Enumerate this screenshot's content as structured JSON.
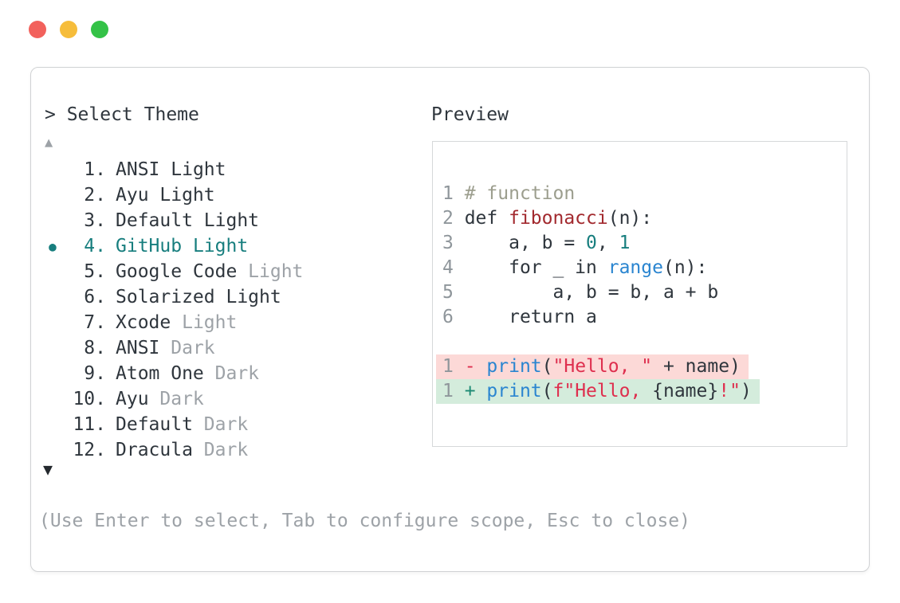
{
  "window": {
    "controls": [
      {
        "name": "close",
        "color": "#f2615c"
      },
      {
        "name": "minimize",
        "color": "#f6bd3b"
      },
      {
        "name": "maximize",
        "color": "#34c247"
      }
    ]
  },
  "palette": {
    "text": "#2f363d",
    "muted": "#9da2a7",
    "border": "#d0d2d4",
    "accent_teal": "#177e7e"
  },
  "selector": {
    "prompt": "> Select Theme",
    "scroll_up": "▲",
    "scroll_down": "▼",
    "selected_index": 3,
    "items": [
      {
        "number": "1.",
        "name": "ANSI",
        "suffix": "Light",
        "suffix_muted": false,
        "selected": false
      },
      {
        "number": "2.",
        "name": "Ayu",
        "suffix": "Light",
        "suffix_muted": false,
        "selected": false
      },
      {
        "number": "3.",
        "name": "Default",
        "suffix": "Light",
        "suffix_muted": false,
        "selected": false
      },
      {
        "number": "4.",
        "name": "GitHub",
        "suffix": "Light",
        "suffix_muted": false,
        "selected": true
      },
      {
        "number": "5.",
        "name": "Google Code",
        "suffix": "Light",
        "suffix_muted": true,
        "selected": false
      },
      {
        "number": "6.",
        "name": "Solarized",
        "suffix": "Light",
        "suffix_muted": false,
        "selected": false
      },
      {
        "number": "7.",
        "name": "Xcode",
        "suffix": "Light",
        "suffix_muted": true,
        "selected": false
      },
      {
        "number": "8.",
        "name": "ANSI",
        "suffix": "Dark",
        "suffix_muted": true,
        "selected": false
      },
      {
        "number": "9.",
        "name": "Atom One",
        "suffix": "Dark",
        "suffix_muted": true,
        "selected": false
      },
      {
        "number": "10.",
        "name": "Ayu",
        "suffix": "Dark",
        "suffix_muted": true,
        "selected": false
      },
      {
        "number": "11.",
        "name": "Default",
        "suffix": "Dark",
        "suffix_muted": true,
        "selected": false
      },
      {
        "number": "12.",
        "name": "Dracula",
        "suffix": "Dark",
        "suffix_muted": true,
        "selected": false
      }
    ],
    "hint": "(Use Enter to select, Tab to configure scope, Esc to close)"
  },
  "preview": {
    "title": "Preview",
    "colors": {
      "comment": "#9c9e8e",
      "function_name": "#a2292e",
      "number_literal": "#177e7e",
      "builtin": "#2a85d0",
      "string": "#de2f4e",
      "plus_sign": "#1d8a74",
      "removed_bg": "#fcd9d7",
      "added_bg": "#d4ecdc",
      "line_number": "#8f969b"
    },
    "lines": [
      {
        "segs": [
          {
            "t": "1 ",
            "c": "ln"
          },
          {
            "t": "# function",
            "c": "comment"
          }
        ]
      },
      {
        "segs": [
          {
            "t": "2 ",
            "c": "ln"
          },
          {
            "t": "def ",
            "c": "code"
          },
          {
            "t": "fibonacci",
            "c": "func"
          },
          {
            "t": "(n):",
            "c": "code"
          }
        ]
      },
      {
        "segs": [
          {
            "t": "3 ",
            "c": "ln"
          },
          {
            "t": "    a, b = ",
            "c": "code"
          },
          {
            "t": "0",
            "c": "num"
          },
          {
            "t": ", ",
            "c": "code"
          },
          {
            "t": "1",
            "c": "num"
          }
        ]
      },
      {
        "segs": [
          {
            "t": "4 ",
            "c": "ln"
          },
          {
            "t": "    for _ in ",
            "c": "code"
          },
          {
            "t": "range",
            "c": "builtin"
          },
          {
            "t": "(n):",
            "c": "code"
          }
        ]
      },
      {
        "segs": [
          {
            "t": "5 ",
            "c": "ln"
          },
          {
            "t": "        a, b = b, a + b",
            "c": "code"
          }
        ]
      },
      {
        "segs": [
          {
            "t": "6 ",
            "c": "ln"
          },
          {
            "t": "    return a",
            "c": "code"
          }
        ]
      },
      {
        "blank": true
      },
      {
        "diff": "removed",
        "segs": [
          {
            "t": "1 ",
            "c": "ln"
          },
          {
            "t": "- ",
            "c": "minus"
          },
          {
            "t": "print",
            "c": "builtin"
          },
          {
            "t": "(",
            "c": "code"
          },
          {
            "t": "\"Hello, \"",
            "c": "string"
          },
          {
            "t": " + name)",
            "c": "code"
          }
        ]
      },
      {
        "diff": "added",
        "segs": [
          {
            "t": "1 ",
            "c": "ln"
          },
          {
            "t": "+ ",
            "c": "plus"
          },
          {
            "t": "print",
            "c": "builtin"
          },
          {
            "t": "(",
            "c": "code"
          },
          {
            "t": "f\"Hello, ",
            "c": "string"
          },
          {
            "t": "{name}",
            "c": "code"
          },
          {
            "t": "!\"",
            "c": "string"
          },
          {
            "t": ")",
            "c": "code"
          }
        ]
      }
    ]
  }
}
